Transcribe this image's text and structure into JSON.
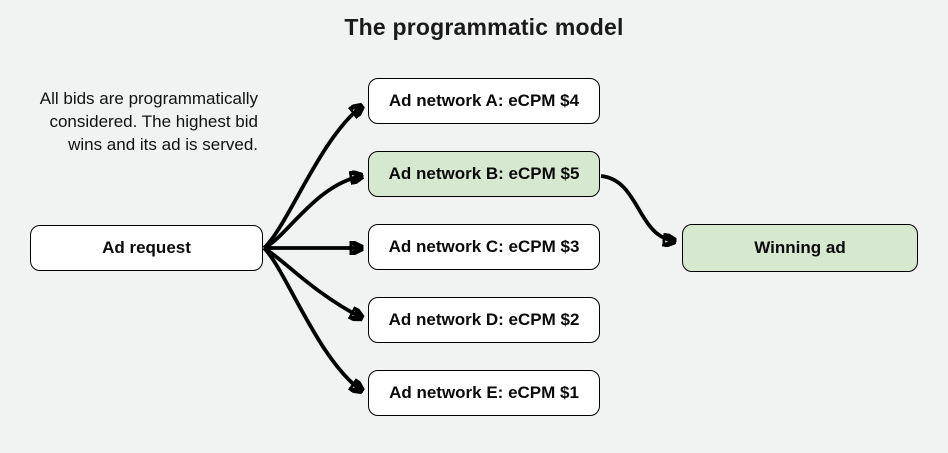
{
  "title": "The programmatic model",
  "note": "All bids are programmatically\nconsidered. The highest bid\nwins and its ad is served.",
  "ad_request": {
    "label": "Ad request"
  },
  "networks": [
    {
      "id": "A",
      "label": "Ad network A: eCPM $4",
      "ecpm": 4,
      "highlight": false
    },
    {
      "id": "B",
      "label": "Ad network B: eCPM $5",
      "ecpm": 5,
      "highlight": true
    },
    {
      "id": "C",
      "label": "Ad network C: eCPM $3",
      "ecpm": 3,
      "highlight": false
    },
    {
      "id": "D",
      "label": "Ad network D: eCPM $2",
      "ecpm": 2,
      "highlight": false
    },
    {
      "id": "E",
      "label": "Ad network E: eCPM $1",
      "ecpm": 1,
      "highlight": false
    }
  ],
  "winning": {
    "label": "Winning ad"
  },
  "colors": {
    "background": "#f1f2f2",
    "box_fill": "#ffffff",
    "highlight_fill": "#d7e8d0",
    "border": "#000000",
    "arrow": "#000000",
    "text": "#111111"
  }
}
